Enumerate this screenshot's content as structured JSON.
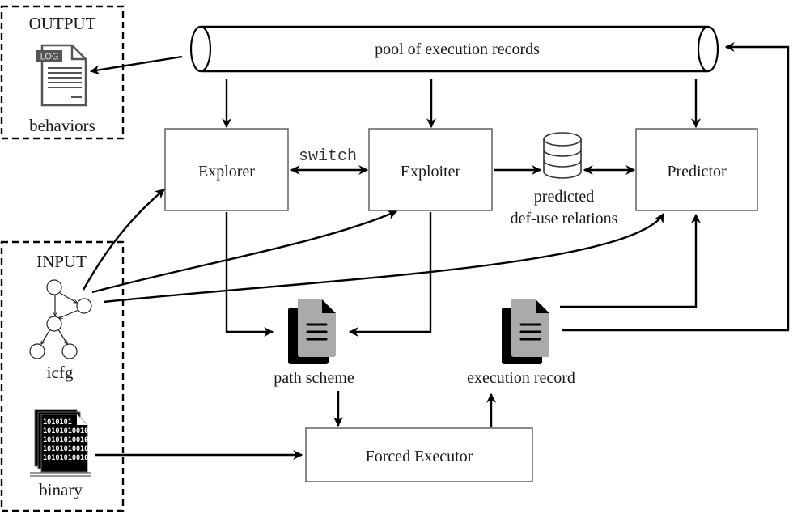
{
  "diagram": {
    "output_group": {
      "title": "OUTPUT",
      "item_label": "behaviors",
      "icon_badge": "LOG"
    },
    "input_group": {
      "title": "INPUT",
      "icfg_label": "icfg",
      "binary_label": "binary",
      "binary_rows": [
        "1010101",
        "10101010010",
        "10101010010",
        "10101010010",
        "10101010010"
      ]
    },
    "pool": {
      "label": "pool of  execution records"
    },
    "nodes": {
      "explorer": "Explorer",
      "exploiter": "Exploiter",
      "predictor": "Predictor",
      "forced_executor": "Forced Executor"
    },
    "edge_labels": {
      "switch": "switch"
    },
    "database": {
      "line1": "predicted",
      "line2": "def-use relations"
    },
    "artifacts": {
      "path_scheme": "path scheme",
      "execution_record": "execution record"
    },
    "colors": {
      "stroke": "#000000",
      "box_border": "#555555",
      "doc_gray": "#aaaaaa",
      "doc_dark": "#000000"
    }
  }
}
